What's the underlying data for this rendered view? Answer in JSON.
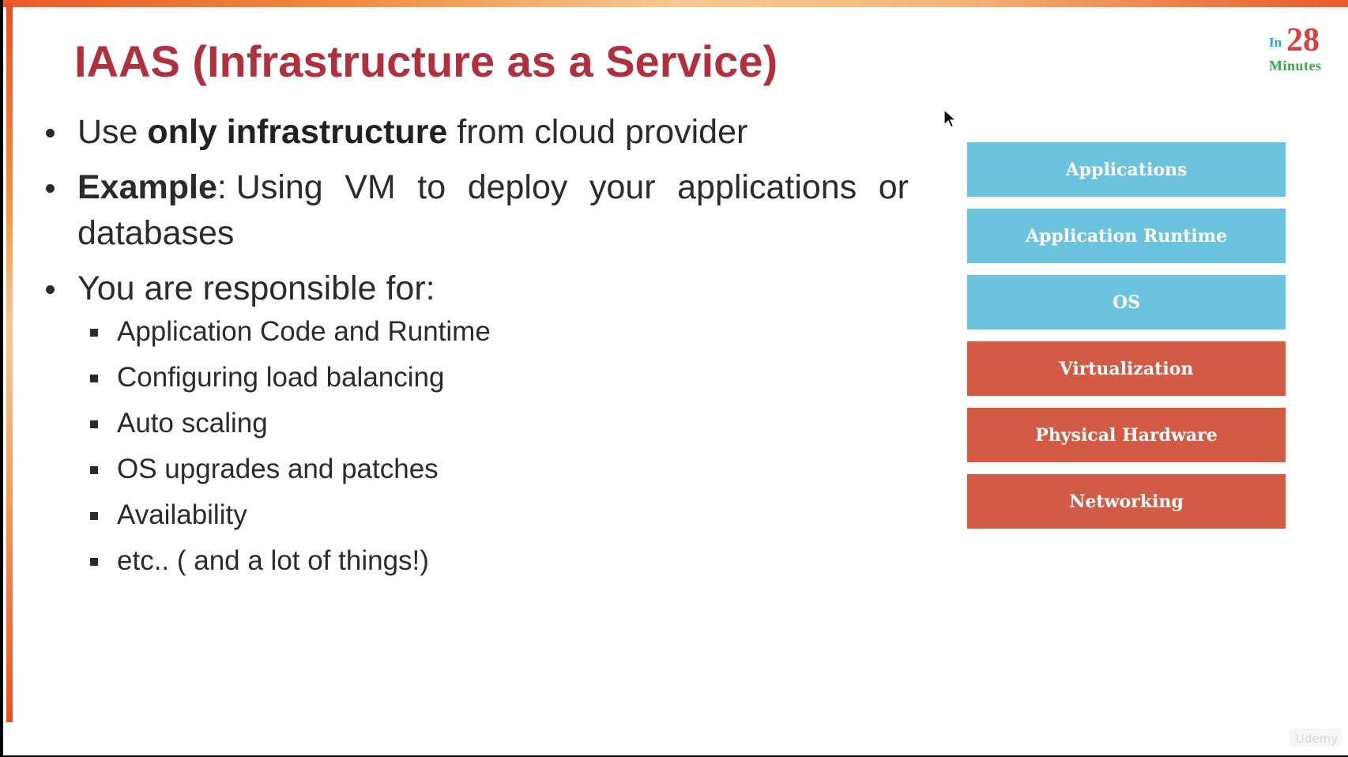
{
  "slide": {
    "title": "IAAS (Infrastructure as a Service)",
    "logo": {
      "prefix": "In",
      "number": "28",
      "suffix": "Minutes"
    },
    "bullets": {
      "b1": {
        "pre": "Use ",
        "bold": "only infrastructure",
        "post": " from cloud provider"
      },
      "b2": {
        "bold": "Example",
        "line1_words": [
          ": Using",
          "VM",
          "to",
          "deploy",
          "your",
          "applications",
          "or"
        ],
        "line2": "databases"
      },
      "b3": {
        "text": "You are responsible for:",
        "sub_items": [
          "Application Code and Runtime",
          "Configuring load balancing",
          "Auto scaling",
          "OS upgrades and patches",
          "Availability",
          "etc.. ( and a lot of things!)"
        ]
      }
    },
    "stack": [
      {
        "label": "Applications",
        "color": "#6bc3dd"
      },
      {
        "label": "Application Runtime",
        "color": "#6bc3dd"
      },
      {
        "label": "OS",
        "color": "#6bc3dd"
      },
      {
        "label": "Virtualization",
        "color": "#d25b45"
      },
      {
        "label": "Physical Hardware",
        "color": "#d25b45"
      },
      {
        "label": "Networking",
        "color": "#d25b45"
      }
    ],
    "watermark": "Udemy",
    "colors": {
      "title": "#b0313d",
      "accent_orange": "#ea5a2a",
      "customer_managed": "#6bc3dd",
      "provider_managed": "#d25b45"
    }
  }
}
